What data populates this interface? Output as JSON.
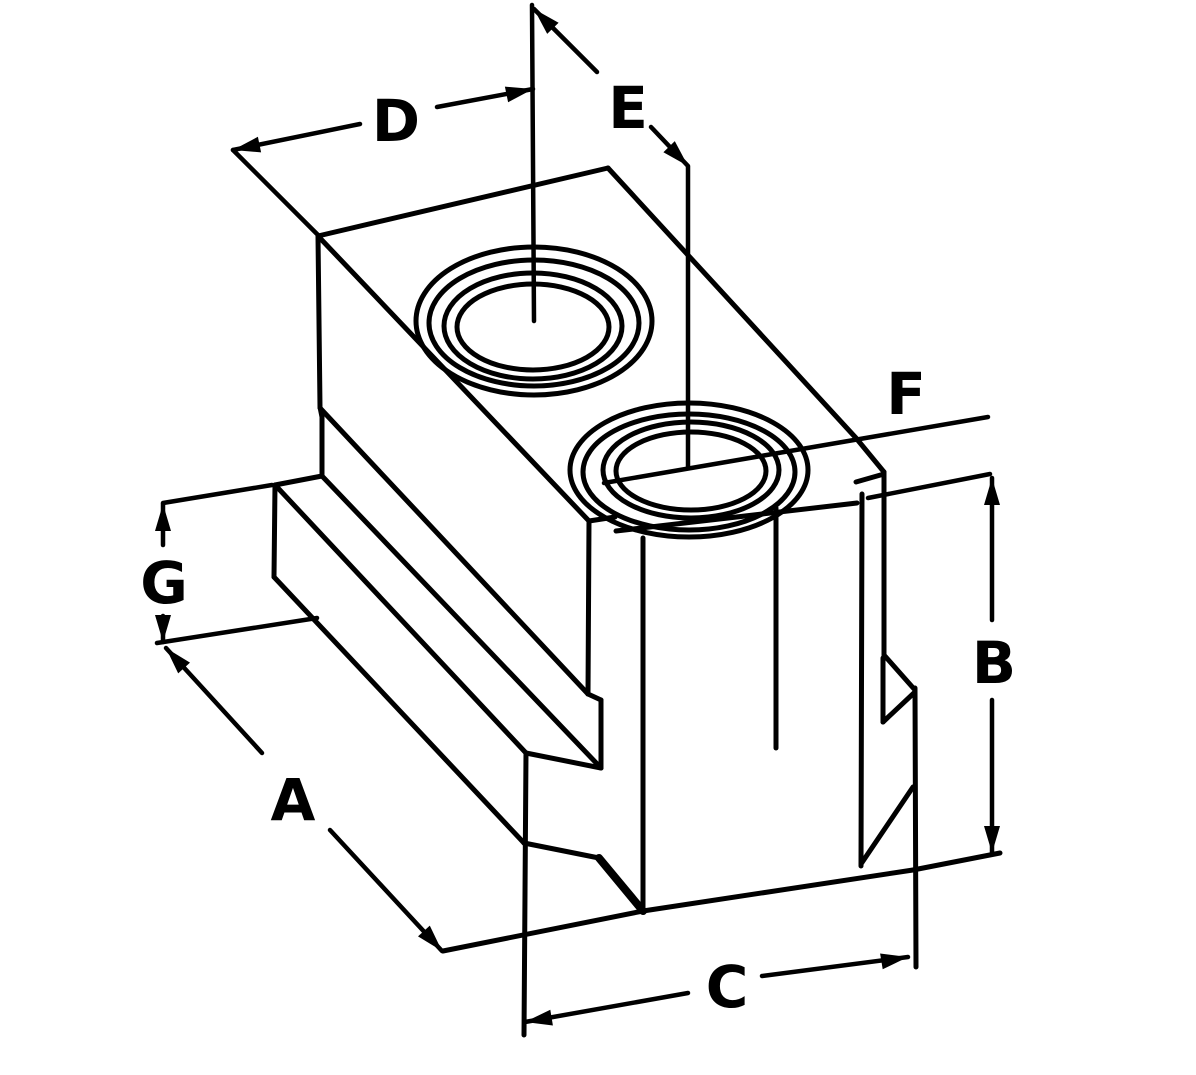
{
  "page": {
    "background_color": "#ffffff",
    "line_color": "#000000"
  },
  "drawing": {
    "description": "Isometric technical line drawing of a T-nut style block with a stepped flange base and two counterbored holes on the top face",
    "dimension_labels": {
      "a": "A",
      "b": "B",
      "c": "C",
      "d": "D",
      "e": "E",
      "f": "F",
      "g": "G"
    }
  }
}
